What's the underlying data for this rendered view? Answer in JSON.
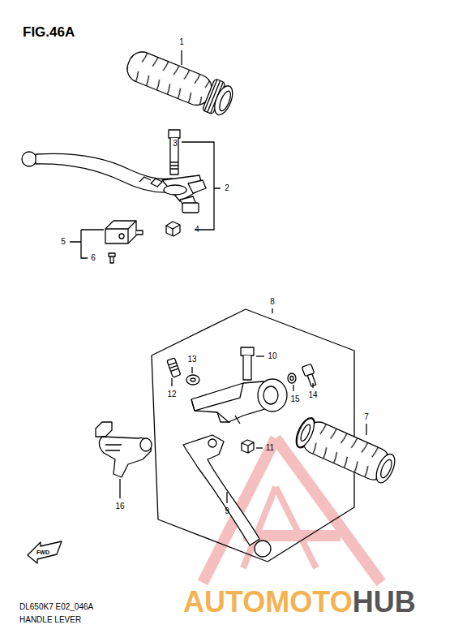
{
  "diagram": {
    "title": "FIG.46A",
    "labels": [
      "1",
      "3",
      "2",
      "4",
      "5",
      "6",
      "8",
      "13",
      "10",
      "12",
      "15",
      "14",
      "7",
      "11",
      "9",
      "16",
      "FWD",
      "AUTOMOTO",
      "HUB",
      "DL650K7 E02_046A",
      "HANDLE LEVER"
    ]
  }
}
